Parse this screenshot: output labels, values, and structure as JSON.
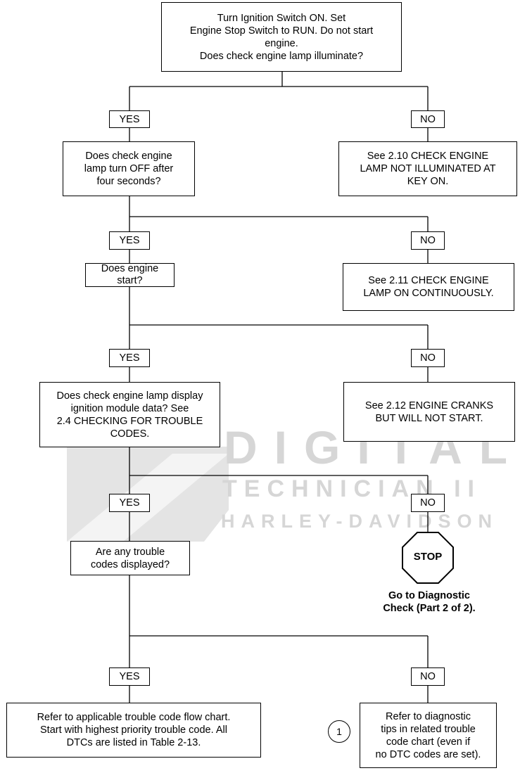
{
  "flowchart": {
    "boxes": {
      "q_ignition": "Turn Ignition Switch ON. Set\nEngine Stop Switch to RUN. Do not start\nengine.\nDoes check engine lamp illuminate?",
      "q_lamp_off": "Does check engine\nlamp turn OFF after\nfour seconds?",
      "r_not_illuminated": "See 2.10 CHECK ENGINE\nLAMP NOT ILLUMINATED AT\nKEY ON.",
      "q_engine_start": "Does engine\nstart?",
      "r_lamp_on": "See 2.11 CHECK ENGINE\nLAMP ON CONTINUOUSLY.",
      "q_display_data": "Does check engine lamp display\nignition module data? See\n2.4 CHECKING FOR TROUBLE\nCODES.",
      "r_cranks": "See 2.12 ENGINE CRANKS\nBUT WILL NOT START.",
      "q_codes": "Are any trouble\ncodes displayed?",
      "r_refer_chart": "Refer to applicable trouble code flow chart.\nStart with highest priority trouble code. All\nDTCs are listed in Table 2-13.",
      "r_tips": "Refer to diagnostic\ntips in related trouble\ncode chart (even if\nno DTC codes are set)."
    },
    "labels": {
      "yes": "YES",
      "no": "NO"
    },
    "stop": {
      "sign": "STOP",
      "caption": "Go to Diagnostic\nCheck (Part 2 of 2)."
    },
    "note_marker": "1"
  },
  "watermark": {
    "line1": "DIGITAL",
    "line2": "TECHNICIAN II",
    "line3": "HARLEY-DAVIDSON"
  }
}
